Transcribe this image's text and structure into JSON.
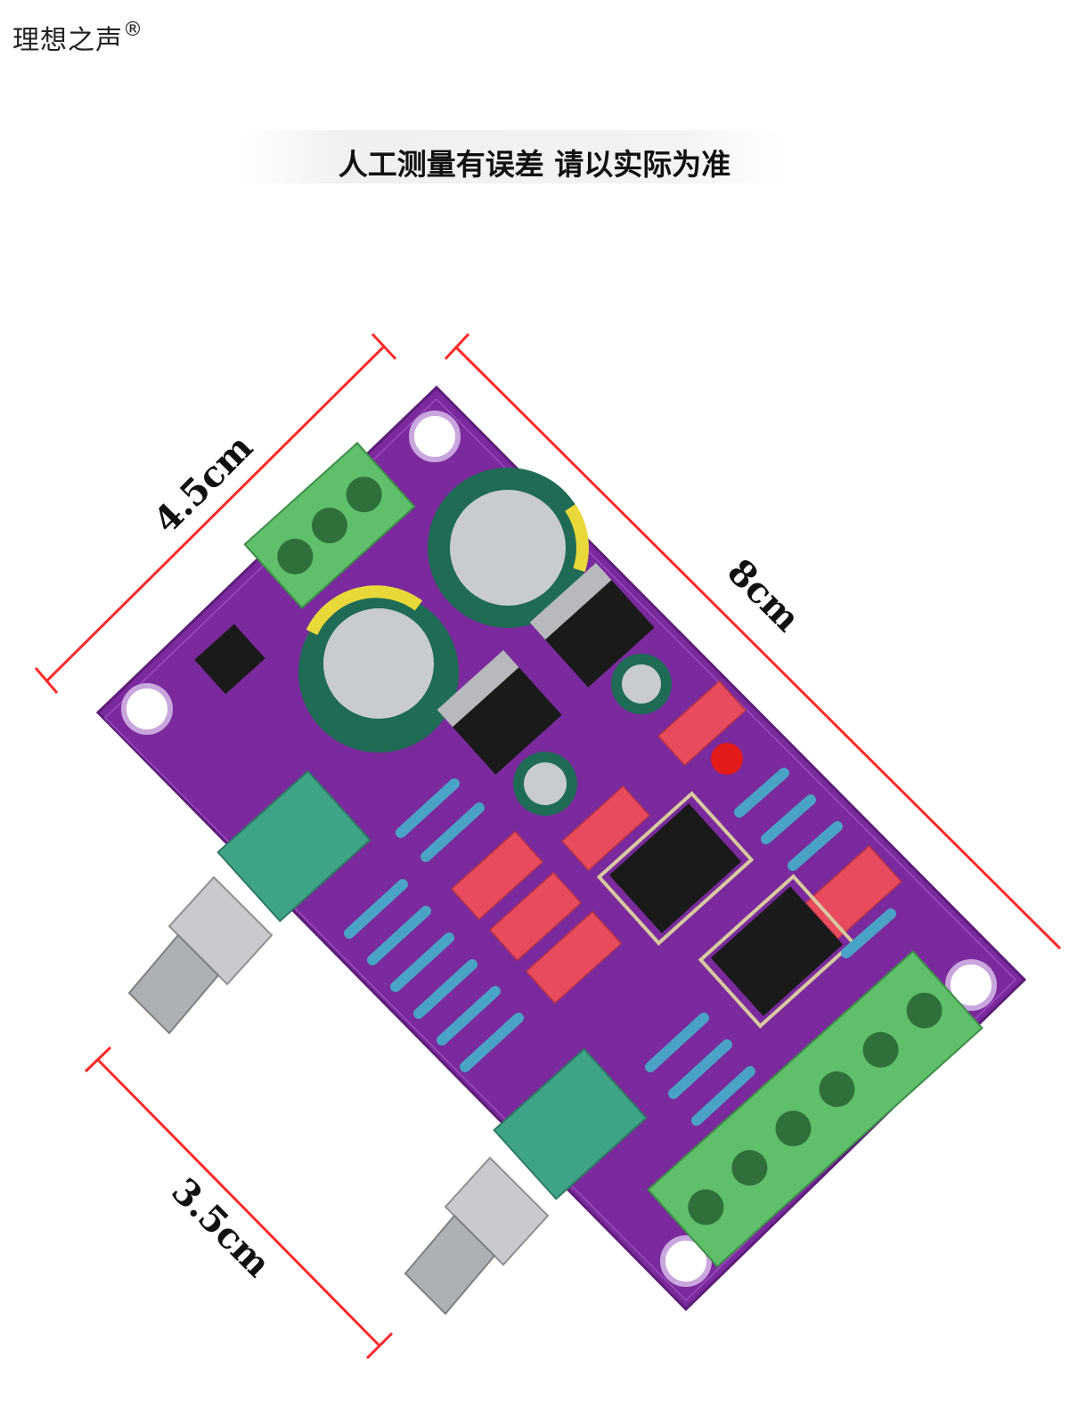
{
  "brand": {
    "name": "理想之声",
    "mark": "®"
  },
  "notice": "人工测量有误差 请以实际为准",
  "dimensions": {
    "left_edge": "4.5cm",
    "long_edge": "8cm",
    "pot_spacing": "3.5cm"
  },
  "colors": {
    "pcb": "#7a2a9c",
    "terminal": "#5fbf6a",
    "knob": "#3fa487",
    "capacitor": "#1f6b55",
    "dimension_line": "#ff2a2a"
  }
}
